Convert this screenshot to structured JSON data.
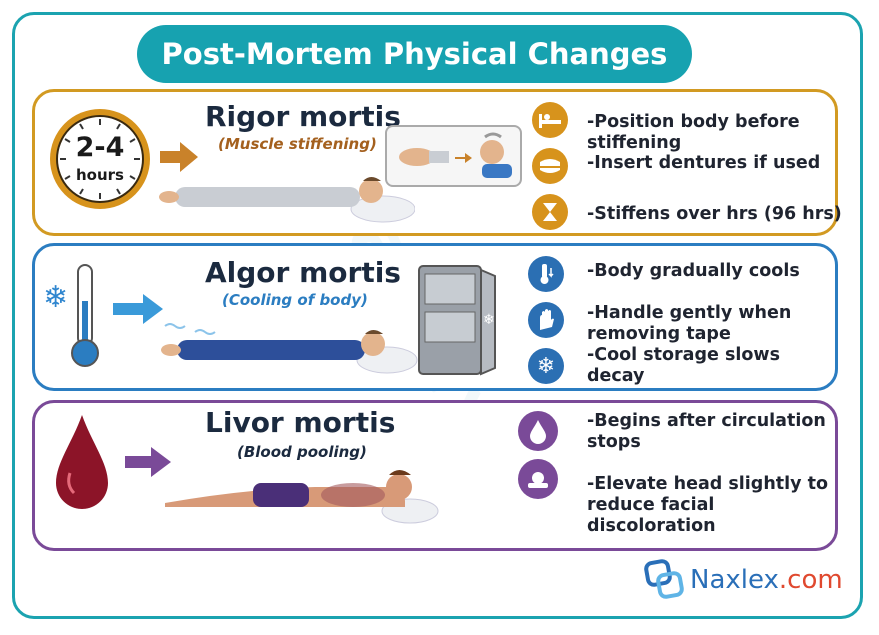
{
  "title": "Post-Mortem Physical Changes",
  "sections": [
    {
      "name": "Rigor mortis",
      "subtitle": "(Muscle stiffening)",
      "clock_time": "2-4",
      "clock_unit": "hours",
      "color": "#d29a22",
      "tips": [
        {
          "icon": "bed-position-icon",
          "text": "-Position body before stiffening"
        },
        {
          "icon": "dentures-icon",
          "text": "-Insert dentures if used"
        },
        {
          "icon": "hourglass-icon",
          "text": "-Stiffens over hrs (96 hrs)"
        }
      ]
    },
    {
      "name": "Algor mortis",
      "subtitle": "(Cooling of body)",
      "color": "#2b7dc1",
      "tips": [
        {
          "icon": "thermometer-down-icon",
          "text": "-Body gradually cools"
        },
        {
          "icon": "gentle-hand-icon",
          "text": "-Handle gently when removing tape"
        },
        {
          "icon": "snowflake-icon",
          "text": "-Cool storage slows decay"
        }
      ]
    },
    {
      "name": "Livor mortis",
      "subtitle": "(Blood pooling)",
      "color": "#7a4a98",
      "tips": [
        {
          "icon": "blood-drop-icon",
          "text": "-Begins after circulation stops"
        },
        {
          "icon": "head-on-pillow-icon",
          "text": "-Elevate head slightly to reduce facial discoloration"
        }
      ]
    }
  ],
  "logo": {
    "brand": "Naxlex",
    "suffix": ".com",
    "color": "#2a6fb8",
    "accent": "#e0492f"
  }
}
